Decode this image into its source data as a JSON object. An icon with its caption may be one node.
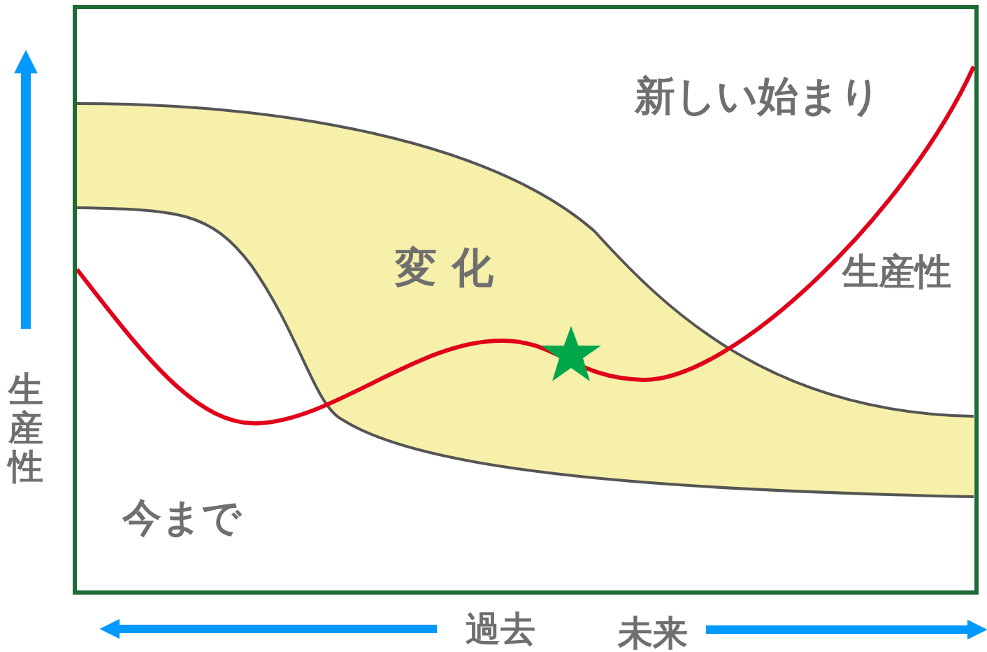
{
  "diagram": {
    "labels": [
      "新しい始まり",
      "変 化",
      "生産性",
      "今まで",
      "生産性",
      "過去",
      "未来"
    ]
  }
}
